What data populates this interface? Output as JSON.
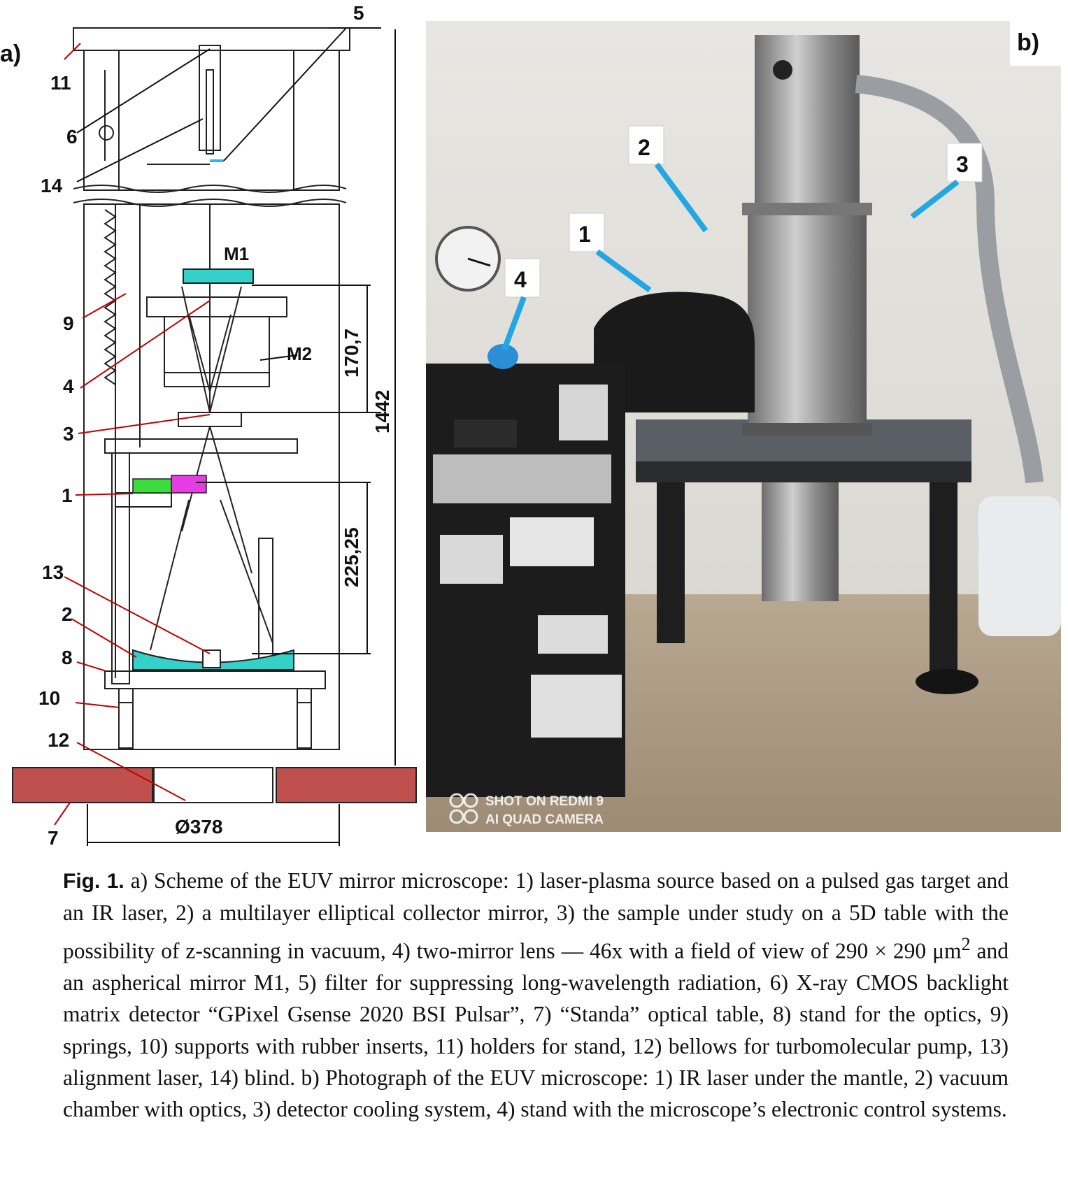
{
  "panel_a": {
    "panel_label": "a)",
    "part_labels": {
      "l11": "11",
      "l5": "5",
      "l6": "6",
      "l14": "14",
      "l9": "9",
      "l4": "4",
      "l3": "3",
      "l1": "1",
      "l13": "13",
      "l2": "2",
      "l8": "8",
      "l10": "10",
      "l12": "12",
      "l7": "7"
    },
    "mirror_labels": {
      "m1": "M1",
      "m2": "M2"
    },
    "dimensions": {
      "d170": "170,7",
      "d225": "225,25",
      "d1442": "1442",
      "diameter": "Ø378"
    }
  },
  "panel_b": {
    "panel_label": "b)",
    "callouts": {
      "c1": "1",
      "c2": "2",
      "c3": "3",
      "c4": "4"
    },
    "watermark": {
      "line1": "SHOT ON REDMI 9",
      "line2": "AI QUAD CAMERA"
    },
    "colors": {
      "callout_arrow": "#22a7e0"
    }
  },
  "caption": {
    "fig_label": "Fig. 1.",
    "text_1": " a) Scheme of the EUV mirror microscope: 1) laser-plasma source based on a pulsed gas target and an IR laser, 2) a multilayer elliptical collector mirror, 3) the sample under study on a 5D table with the possibility of z-scanning in vacuum, 4) two-mirror lens — 46x with a field of view of 290 × 290 μm",
    "text_sup": "2",
    "text_2": " and an aspherical mirror M1, 5) filter for suppressing long-wavelength radiation, 6) X-ray CMOS backlight matrix detector “GPixel Gsense 2020 BSI Pulsar”, 7) “Standa” optical table, 8) stand for the optics, 9) springs, 10) supports with rubber inserts, 11) holders for stand, 12) bellows for turbomolecular pump, 13) alignment laser, 14) blind.  b) Photograph of the EUV microscope: 1) IR laser under the mantle, 2) vacuum chamber with optics, 3) detector cooling system, 4) stand with the microscope’s electronic control systems."
  }
}
